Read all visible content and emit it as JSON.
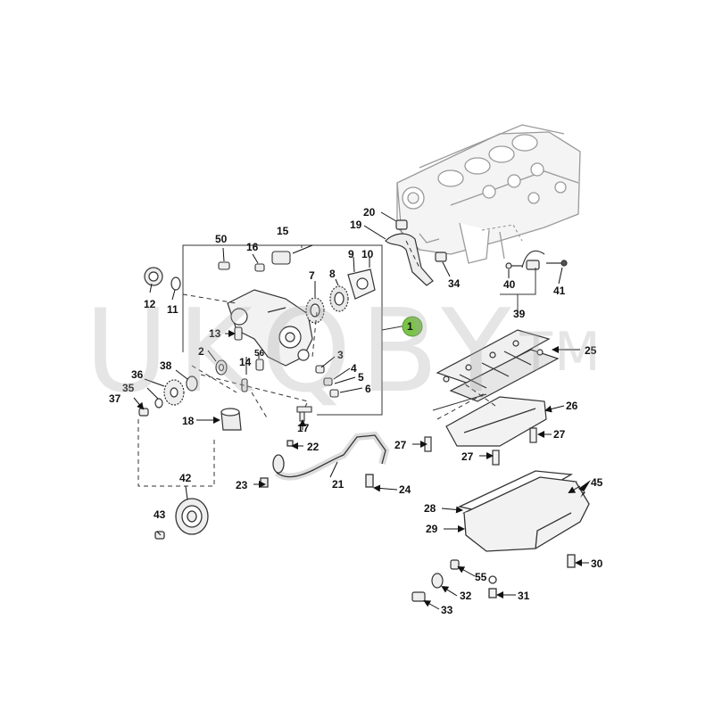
{
  "watermark": {
    "text": "UKQBY",
    "mark": "TM"
  },
  "indicator": {
    "color": "#7cc34a"
  },
  "callouts": {
    "c1": "1",
    "c2": "2",
    "c3": "3",
    "c4": "4",
    "c5": "5",
    "c6": "6",
    "c7": "7",
    "c8": "8",
    "c9": "9",
    "c10": "10",
    "c11": "11",
    "c12": "12",
    "c13": "13",
    "c14": "14",
    "c15": "15",
    "c16": "16",
    "c17": "17",
    "c18": "18",
    "c19": "19",
    "c20": "20",
    "c21": "21",
    "c22": "22",
    "c23": "23",
    "c24": "24",
    "c25": "25",
    "c26": "26",
    "c27": "27",
    "c28": "28",
    "c29": "29",
    "c30": "30",
    "c31": "31",
    "c32": "32",
    "c33": "33",
    "c34": "34",
    "c35": "35",
    "c36": "36",
    "c37": "37",
    "c38": "38",
    "c39": "39",
    "c40": "40",
    "c41": "41",
    "c42": "42",
    "c43": "43",
    "c45": "45",
    "c50": "50",
    "c55": "55",
    "c56": "56"
  }
}
